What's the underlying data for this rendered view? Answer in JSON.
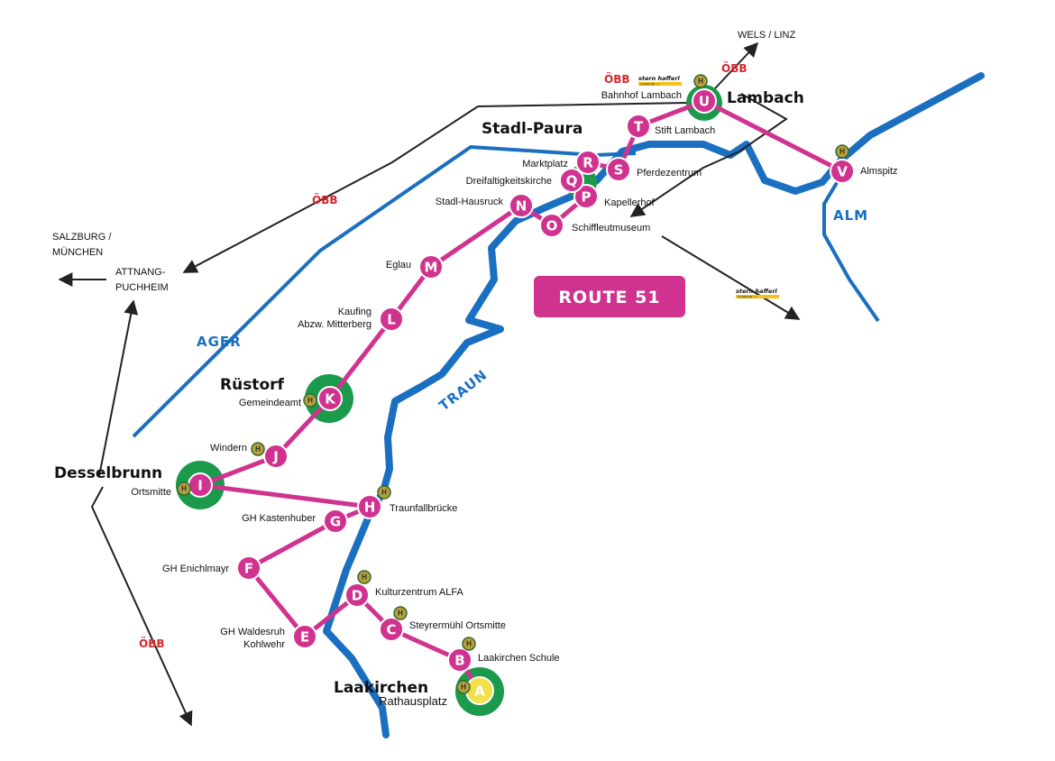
{
  "route": {
    "label": "ROUTE 51",
    "color": "#d0338f"
  },
  "colors": {
    "river": "#1a6fc0",
    "stop": "#d0338f",
    "town_halo": "#1a9a4a",
    "terminus": "#f2e04a",
    "bus_stop_badge": "#b9a13a",
    "obb_red": "#d4282c",
    "rail": "#222222"
  },
  "towns": {
    "lambach": "Lambach",
    "stadl_paura": "Stadl-Paura",
    "ruestorf": "Rüstorf",
    "desselbrunn": "Desselbrunn",
    "laakirchen": "Laakirchen"
  },
  "rivers": {
    "ager": "AGER",
    "traun": "TRAUN",
    "alm": "ALM"
  },
  "rail": {
    "obb_label": "ÖBB",
    "wels_linz": "WELS / LINZ",
    "salzburg_line1": "SALZBURG /",
    "salzburg_line2": "MÜNCHEN",
    "attnang_line1": "ATTNANG-",
    "attnang_line2": "PUCHHEIM",
    "stern_hafferl": "stern hafferl",
    "stern_hafferl_sub": "VERKEHR ›››"
  },
  "bus_stop_badge": "H",
  "stops": [
    {
      "id": "A",
      "label_1": "Laakirchen",
      "label_2": "Rathausplatz",
      "bus_stop": true
    },
    {
      "id": "B",
      "label_1": "Laakirchen Schule",
      "bus_stop": true
    },
    {
      "id": "C",
      "label_1": "Steyrermühl Ortsmitte",
      "bus_stop": true
    },
    {
      "id": "D",
      "label_1": "Kulturzentrum ALFA",
      "bus_stop": true
    },
    {
      "id": "E",
      "label_1": "GH Waldesruh",
      "label_2": "Kohlwehr",
      "bus_stop": false
    },
    {
      "id": "F",
      "label_1": "GH Enichlmayr",
      "bus_stop": false
    },
    {
      "id": "G",
      "label_1": "GH Kastenhuber",
      "bus_stop": false
    },
    {
      "id": "H",
      "label_1": "Traunfallbrücke",
      "bus_stop": true
    },
    {
      "id": "I",
      "label_1": "Desselbrunn",
      "label_2": "Ortsmitte",
      "bus_stop": true
    },
    {
      "id": "J",
      "label_1": "Windern",
      "bus_stop": true
    },
    {
      "id": "K",
      "label_1": "Rüstorf",
      "label_2": "Gemeindeamt",
      "bus_stop": true
    },
    {
      "id": "L",
      "label_1": "Kaufing",
      "label_2": "Abzw. Mitterberg",
      "bus_stop": false
    },
    {
      "id": "M",
      "label_1": "Eglau",
      "bus_stop": false
    },
    {
      "id": "N",
      "label_1": "Stadl-Hausruck",
      "bus_stop": false
    },
    {
      "id": "O",
      "label_1": "Schiffleutmuseum",
      "bus_stop": false
    },
    {
      "id": "P",
      "label_1": "Kapellerhof",
      "bus_stop": false
    },
    {
      "id": "Q",
      "label_1": "Dreifaltigkeitskirche",
      "bus_stop": false
    },
    {
      "id": "R",
      "label_1": "Marktplatz",
      "bus_stop": false
    },
    {
      "id": "S",
      "label_1": "Pferdezentrum",
      "bus_stop": false
    },
    {
      "id": "T",
      "label_1": "Stift Lambach",
      "bus_stop": false
    },
    {
      "id": "U",
      "label_1": "Bahnhof Lambach",
      "bus_stop": true
    },
    {
      "id": "V",
      "label_1": "Almspitz",
      "bus_stop": true
    }
  ]
}
